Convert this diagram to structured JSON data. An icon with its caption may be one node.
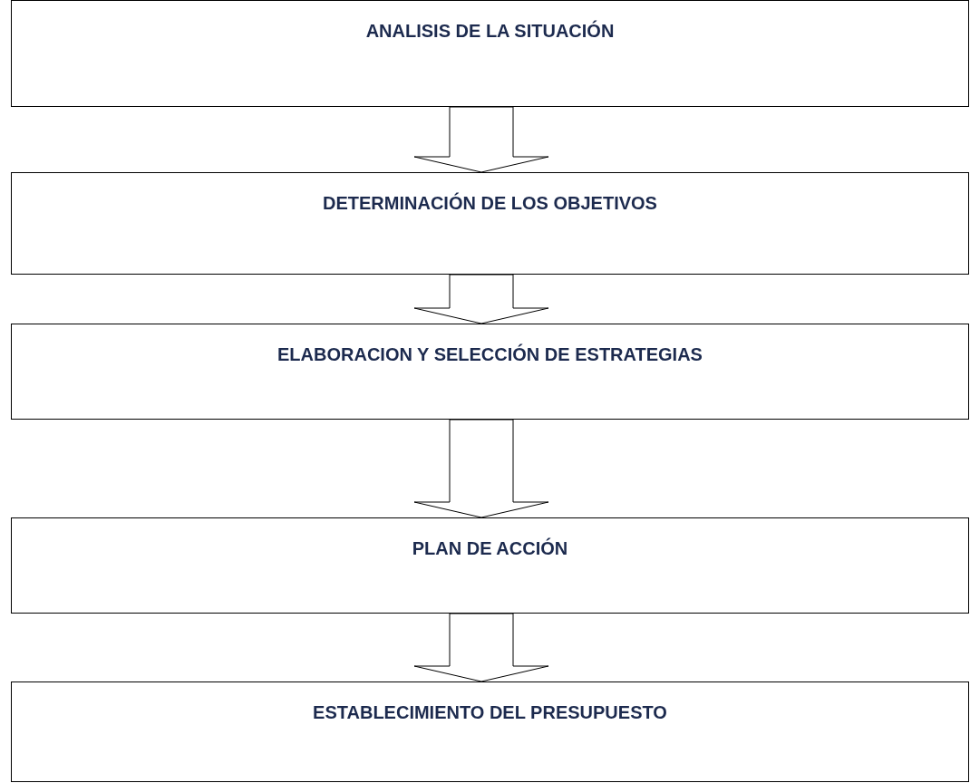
{
  "diagram": {
    "nodes": [
      {
        "text": [
          "ANALISIS DE LA SITUACIÓN"
        ]
      },
      {
        "text": [
          "DETERMINACIÓN DE LOS OBJETIVOS"
        ]
      },
      {
        "text": [
          "ELABORACION Y SELECCIÓN DE ESTRATEGIAS"
        ]
      },
      {
        "text": [
          "PLAN DE ACCIÓN"
        ]
      },
      {
        "text": [
          "ESTABLECIMIENTO DEL PRESUPUESTO"
        ]
      }
    ],
    "edges": [
      {
        "from": 0,
        "to": 1,
        "arrow": "to"
      },
      {
        "from": 1,
        "to": 2,
        "arrow": "to"
      },
      {
        "from": 2,
        "to": 3,
        "arrow": "to"
      },
      {
        "from": 3,
        "to": 4,
        "arrow": "to"
      }
    ]
  }
}
